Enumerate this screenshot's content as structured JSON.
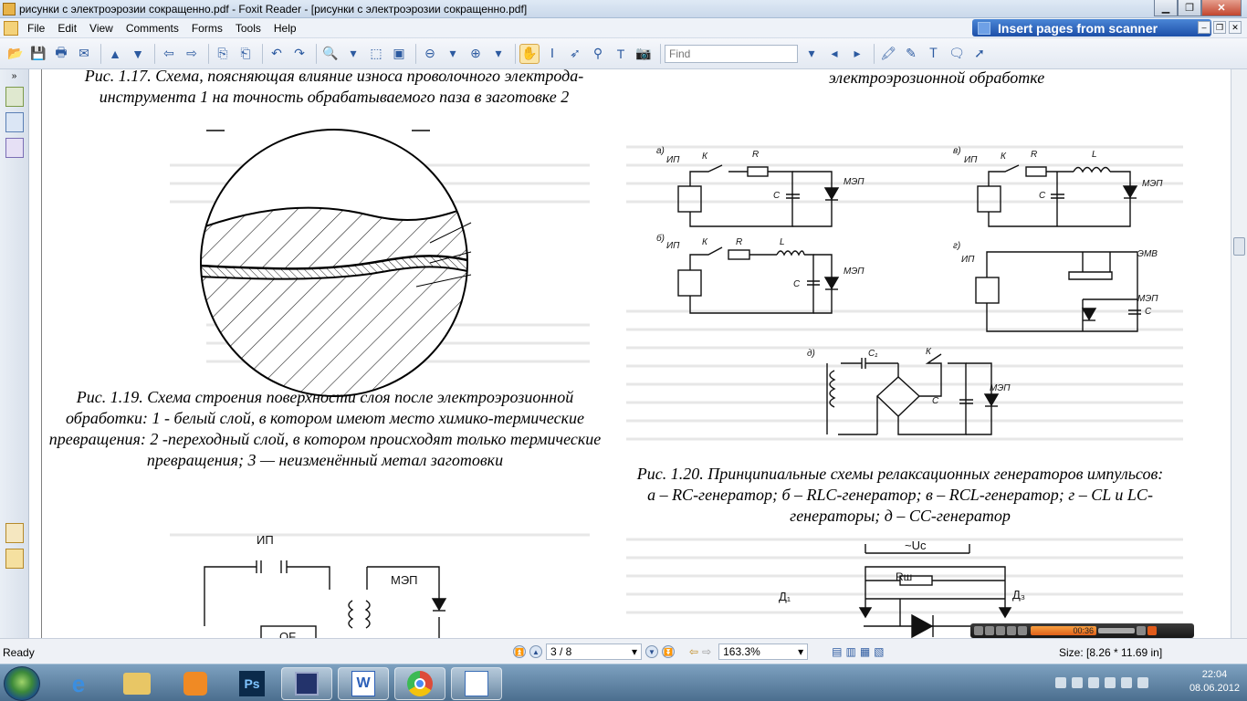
{
  "window": {
    "title": "рисунки с электроэрозии сокращенно.pdf - Foxit Reader - [рисунки с электроэрозии сокращенно.pdf]",
    "minimize": "▁",
    "maximize": "❐",
    "close": "✕"
  },
  "menu": [
    "File",
    "Edit",
    "View",
    "Comments",
    "Forms",
    "Tools",
    "Help"
  ],
  "banner": "Insert pages from scanner",
  "toolbar": {
    "find_placeholder": "Find"
  },
  "document": {
    "caption_117": "Рис. 1.17. Схема, поясняющая влияние износа проволочного электрода-инструмента 1 на точность обрабатываемого паза в заготовке 2",
    "caption_top_right": "электроэрозионной обработке",
    "caption_119": "Рис. 1.19. Схема строения поверхности слоя после электроэрозионной обработки: 1 - белый слой, в котором имеют место химико-термические превращения: 2 -переходный слой, в котором происходят только термические превращения; 3 — неизменённый метал заготовки",
    "caption_120": "Рис. 1.20. Принципиальные схемы релаксационных генераторов импульсов: а – RC-генератор; б – RLC-генератор; в – RCL-генератор;  г – CL и LC-генераторы; д – CC-генератор",
    "circuits": {
      "a": "а)",
      "b": "б)",
      "v": "в)",
      "g": "г)",
      "d": "д)",
      "ip": "ИП",
      "k": "К",
      "r": "R",
      "l": "L",
      "c": "С",
      "mep": "МЭП",
      "emv": "ЭМВ",
      "c1": "С₁",
      "uc": "~Uc",
      "rsh": "Rш",
      "d1": "Д₁",
      "d3": "Д₃",
      "ip_bottom": "ИП",
      "mep_bottom": "МЭП",
      "of": "ОF"
    }
  },
  "status": {
    "ready": "Ready",
    "page": "3 / 8",
    "zoom": "163.3%",
    "size": "Size: [8.26 * 11.69 in]"
  },
  "media_player": {
    "time": "00:36"
  },
  "clock": {
    "time": "22:04",
    "date": "08.06.2012"
  },
  "taskbar_apps": [
    "ie-icon",
    "explorer-icon",
    "media-player-icon",
    "photoshop-icon",
    "save-icon",
    "word-icon",
    "chrome-icon",
    "foxit-icon"
  ]
}
